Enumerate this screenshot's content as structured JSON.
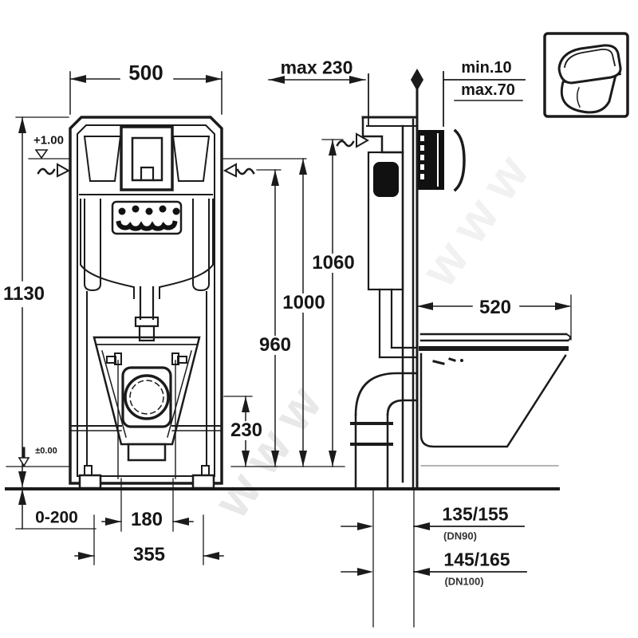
{
  "page": {
    "background": "#ffffff",
    "line_color": "#1b1b1b"
  },
  "front_view": {
    "width_mm": "500",
    "height_mm": "1130",
    "level_top": "+1.00",
    "level_floor": "±0.00",
    "floor_adjust": "0-200",
    "outlet_width": "180",
    "base_width": "355",
    "outlet_height": "230"
  },
  "side_view": {
    "top_clearance": "max 230",
    "wall_finish_min": "min.10",
    "wall_finish_max": "max.70",
    "height_top": "1060",
    "height_mid": "1000",
    "height_low": "960",
    "bowl_depth": "520",
    "drain_dn90": "135/155",
    "drain_dn90_label": "(DN90)",
    "drain_dn100": "145/165",
    "drain_dn100_label": "(DN100)"
  },
  "icons": {
    "corner": "wall-hung-toilet-icon"
  },
  "watermark": "www"
}
